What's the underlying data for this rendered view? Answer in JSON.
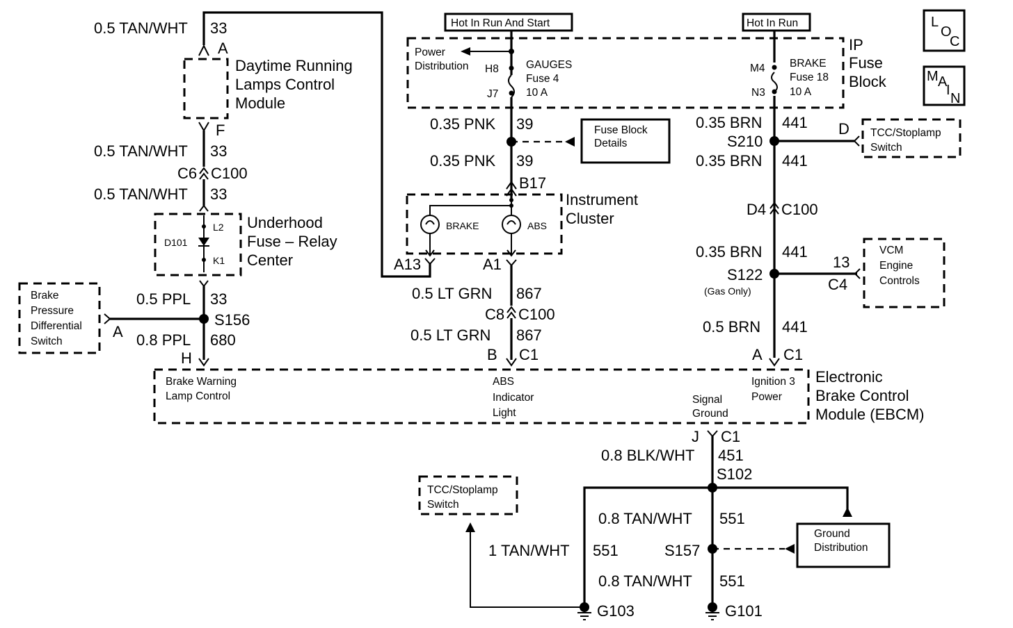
{
  "labels": {
    "hot_run_start": "Hot In Run And Start",
    "hot_run": "Hot In Run",
    "loc": [
      "L",
      "O",
      "C"
    ],
    "main": [
      "M",
      "A",
      "I",
      "N"
    ],
    "ip_fuse_block": [
      "IP",
      "Fuse",
      "Block"
    ],
    "power_distribution": [
      "Power",
      "Distribution"
    ],
    "gauges": [
      "GAUGES",
      "Fuse 4",
      "10 A"
    ],
    "brake_fuse": [
      "BRAKE",
      "Fuse 18",
      "10 A"
    ],
    "fuse_block_details": [
      "Fuse Block",
      "Details"
    ],
    "tcc_switch": [
      "TCC/Stoplamp",
      "Switch"
    ],
    "vcm": [
      "VCM",
      "Engine",
      "Controls"
    ],
    "drl_module": [
      "Daytime Running",
      "Lamps Control",
      "Module"
    ],
    "underhood": [
      "Underhood",
      "Fuse – Relay",
      "Center"
    ],
    "bpd_switch": [
      "Brake",
      "Pressure",
      "Differential",
      "Switch"
    ],
    "instrument_cluster": [
      "Instrument",
      "Cluster"
    ],
    "brake_lamp": "BRAKE",
    "abs_lamp": "ABS",
    "ebcm": [
      "Electronic",
      "Brake Control",
      "Module (EBCM)"
    ],
    "ebcm_brake_warning": [
      "Brake Warning",
      "Lamp Control"
    ],
    "ebcm_abs": [
      "ABS",
      "Indicator",
      "Light"
    ],
    "ebcm_signal_ground": [
      "Signal",
      "Ground"
    ],
    "ebcm_ignition": [
      "Ignition 3",
      "Power"
    ],
    "ground_distribution": [
      "Ground",
      "Distribution"
    ],
    "gas_only": "(Gas Only)"
  },
  "pins": {
    "h8": "H8",
    "j7": "J7",
    "m4": "M4",
    "n3": "N3",
    "a_drl": "A",
    "f_drl": "F",
    "c6": "C6",
    "c100_a": "C100",
    "l2": "L2",
    "d101": "D101",
    "k1": "K1",
    "b17": "B17",
    "a13": "A13",
    "a1": "A1",
    "c8": "C8",
    "c100_b": "C100",
    "h": "H",
    "b": "B",
    "c1_b": "C1",
    "a_ebcm": "A",
    "c1_a": "C1",
    "d_tcc": "D",
    "d4": "D4",
    "c100_c": "C100",
    "pin13": "13",
    "c4": "C4",
    "a_bpd": "A",
    "j": "J",
    "c1_j": "C1"
  },
  "splices": {
    "s210": "S210",
    "s156": "S156",
    "s122": "S122",
    "s102": "S102",
    "s157": "S157"
  },
  "grounds": {
    "g103": "G103",
    "g101": "G101"
  },
  "wires": {
    "w33_top": [
      "0.5 TAN/WHT",
      "33"
    ],
    "w33_mid": [
      "0.5 TAN/WHT",
      "33"
    ],
    "w33_low": [
      "0.5 TAN/WHT",
      "33"
    ],
    "w33_ppl": [
      "0.5 PPL",
      "33"
    ],
    "w680": [
      "0.8 PPL",
      "680"
    ],
    "w39_a": [
      "0.35 PNK",
      "39"
    ],
    "w39_b": [
      "0.35 PNK",
      "39"
    ],
    "w867_a": [
      "0.5 LT GRN",
      "867"
    ],
    "w867_b": [
      "0.5 LT GRN",
      "867"
    ],
    "w441_a": [
      "0.35 BRN",
      "441"
    ],
    "w441_b": [
      "0.35 BRN",
      "441"
    ],
    "w441_c": [
      "0.35 BRN",
      "441"
    ],
    "w441_d": [
      "0.5 BRN",
      "441"
    ],
    "w451": [
      "0.8 BLK/WHT",
      "451"
    ],
    "w551_a": [
      "0.8 TAN/WHT",
      "551"
    ],
    "w551_b": [
      "1 TAN/WHT",
      "551"
    ],
    "w551_c": [
      "0.8 TAN/WHT",
      "551"
    ]
  }
}
